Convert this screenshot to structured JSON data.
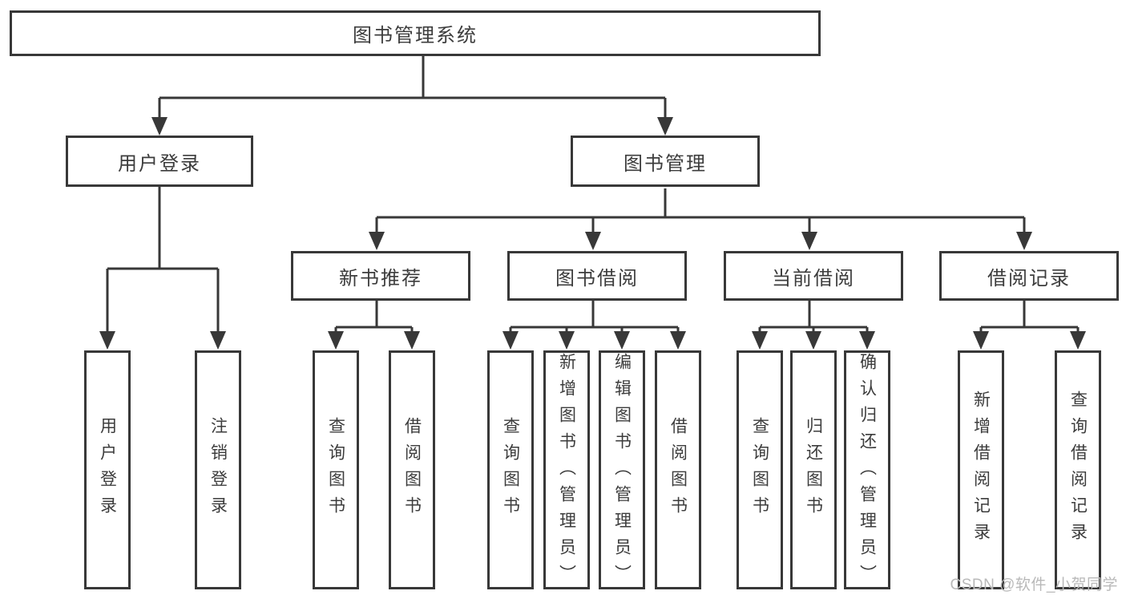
{
  "diagram": {
    "root": {
      "label": "图书管理系统"
    },
    "branches": [
      {
        "label": "用户登录",
        "leaves": [
          "用户登录",
          "注销登录"
        ]
      },
      {
        "label": "图书管理",
        "children": [
          {
            "label": "新书推荐",
            "leaves": [
              "查询图书",
              "借阅图书"
            ]
          },
          {
            "label": "图书借阅",
            "leaves": [
              "查询图书",
              "新增图书（管理员）",
              "编辑图书（管理员）",
              "借阅图书"
            ]
          },
          {
            "label": "当前借阅",
            "leaves": [
              "查询图书",
              "归还图书",
              "确认归还（管理员）"
            ]
          },
          {
            "label": "借阅记录",
            "leaves": [
              "新增借阅记录",
              "查询借阅记录"
            ]
          }
        ]
      }
    ]
  },
  "watermark": {
    "text": "CSDN @软件_小贺同学"
  },
  "colors": {
    "line": "#383838",
    "text": "#3c3c3c",
    "watermark": "#b9b9b9",
    "background": "#ffffff"
  }
}
